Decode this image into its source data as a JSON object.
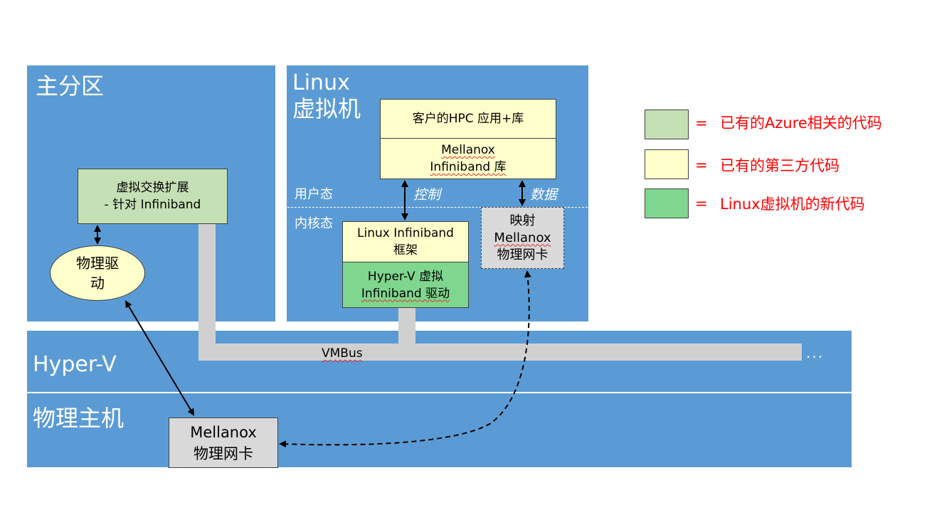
{
  "regions": {
    "root_partition": "主分区",
    "linux_vm_line1": "Linux",
    "linux_vm_line2": "虚拟机",
    "hyperv": "Hyper-V",
    "physical_host": "物理主机"
  },
  "boxes": {
    "vswitch_line1": "虚拟交换扩展",
    "vswitch_line2": "- 针对 Infiniband",
    "phys_driver_line1": "物理驱",
    "phys_driver_line2": "动",
    "hpc_app": "客户的HPC 应用+库",
    "mellanox_lib_line1": "Mellanox",
    "mellanox_lib_line2": "Infiniband 库",
    "ib_framework_line1": "Linux Infiniband",
    "ib_framework_line2": "框架",
    "hv_driver_line1": "Hyper-V 虚拟",
    "hv_driver_line2": "Infiniband 驱动",
    "mapped_nic_line1": "映射",
    "mapped_nic_line2": "Mellanox",
    "mapped_nic_line3": "物理网卡",
    "phys_nic_line1": "Mellanox",
    "phys_nic_line2": "物理网卡"
  },
  "labels": {
    "user_mode": "用户态",
    "kernel_mode": "内核态",
    "control": "控制",
    "data": "数据",
    "vmbus": "VMBus",
    "ellipsis": "..."
  },
  "legend": [
    {
      "symbol": "=",
      "text": "已有的Azure相关的代码",
      "color": "#c5e0b4"
    },
    {
      "symbol": "=",
      "text": "已有的第三方代码",
      "color": "#ffffcc"
    },
    {
      "symbol": "=",
      "text": "Linux虚拟机的新代码",
      "color": "#7fd68e"
    }
  ],
  "colors": {
    "region_blue": "#5b9bd5",
    "legend_text": "#ff0000",
    "bus_gray": "#d0d0d0"
  }
}
